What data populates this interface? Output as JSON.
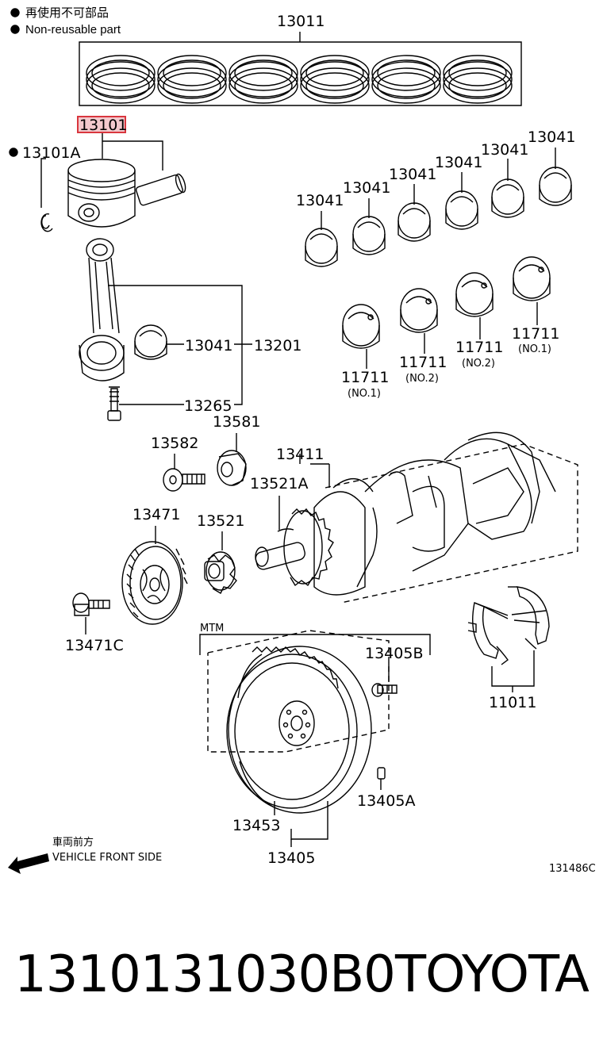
{
  "legend": {
    "non_reusable_jp": "再使用不可部品",
    "non_reusable_en": "Non-reusable part"
  },
  "parts": {
    "p13011": "13011",
    "p13101": "13101",
    "p13101A": "13101A",
    "p13041": "13041",
    "p13201": "13201",
    "p13265": "13265",
    "p13581": "13581",
    "p13582": "13582",
    "p13411": "13411",
    "p13521A": "13521A",
    "p13471": "13471",
    "p13521": "13521",
    "p13471C": "13471C",
    "p11711": "11711",
    "p13405B": "13405B",
    "p11011": "11011",
    "p13405A": "13405A",
    "p13453": "13453",
    "p13405": "13405"
  },
  "notes": {
    "no1": "(NO.1)",
    "no2": "(NO.2)",
    "mtm": "MTM",
    "front_jp": "車両前方",
    "front_en": "VEHICLE FRONT SIDE",
    "drawing_no": "131486C"
  },
  "footer": {
    "part_number": "1310131030B0",
    "brand": "TOYOTA"
  },
  "colors": {
    "highlight_border": "#d9363e",
    "highlight_fill": "#f3c9cd"
  }
}
